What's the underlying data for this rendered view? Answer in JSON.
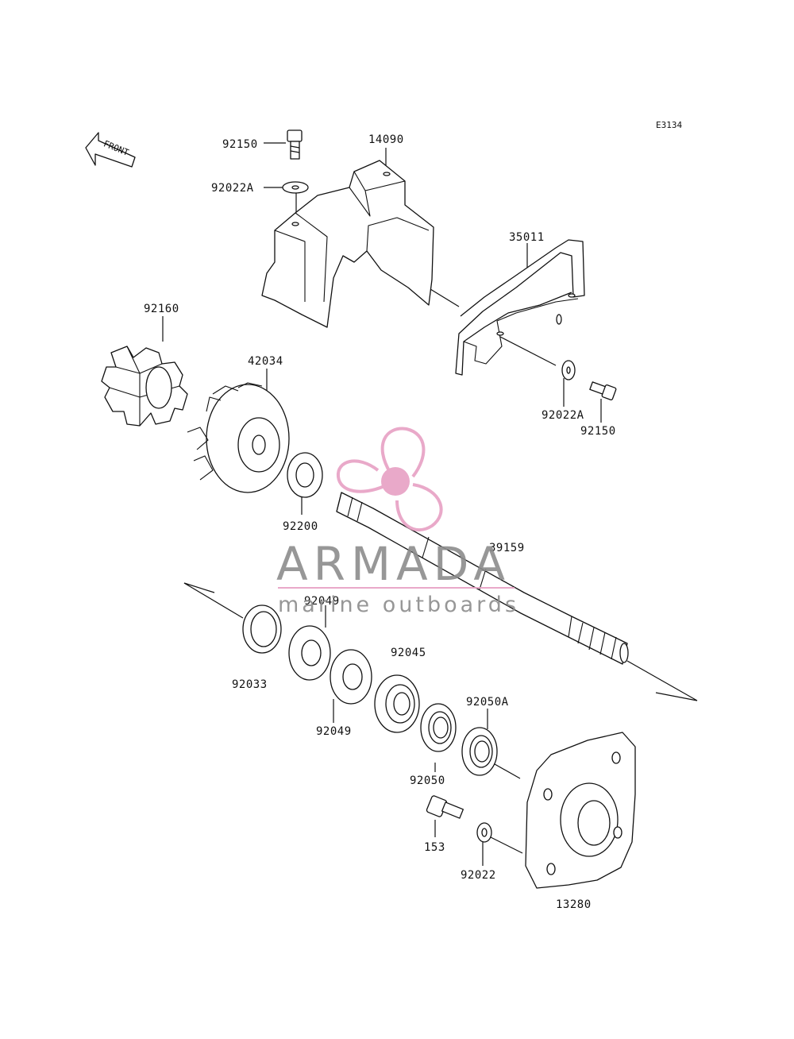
{
  "diagram": {
    "code": "E3134",
    "front_label": "FRONT",
    "part_labels": [
      "92150",
      "14090",
      "92022A",
      "35011",
      "92160",
      "42034",
      "92022A",
      "92150",
      "92200",
      "39159",
      "92049",
      "92045",
      "92033",
      "92049",
      "92050A",
      "92050",
      "153",
      "92022",
      "13280"
    ]
  },
  "watermark": {
    "brand": "ARMADA",
    "tagline": "marine outboards",
    "accent_color": "#e7a0c4"
  }
}
